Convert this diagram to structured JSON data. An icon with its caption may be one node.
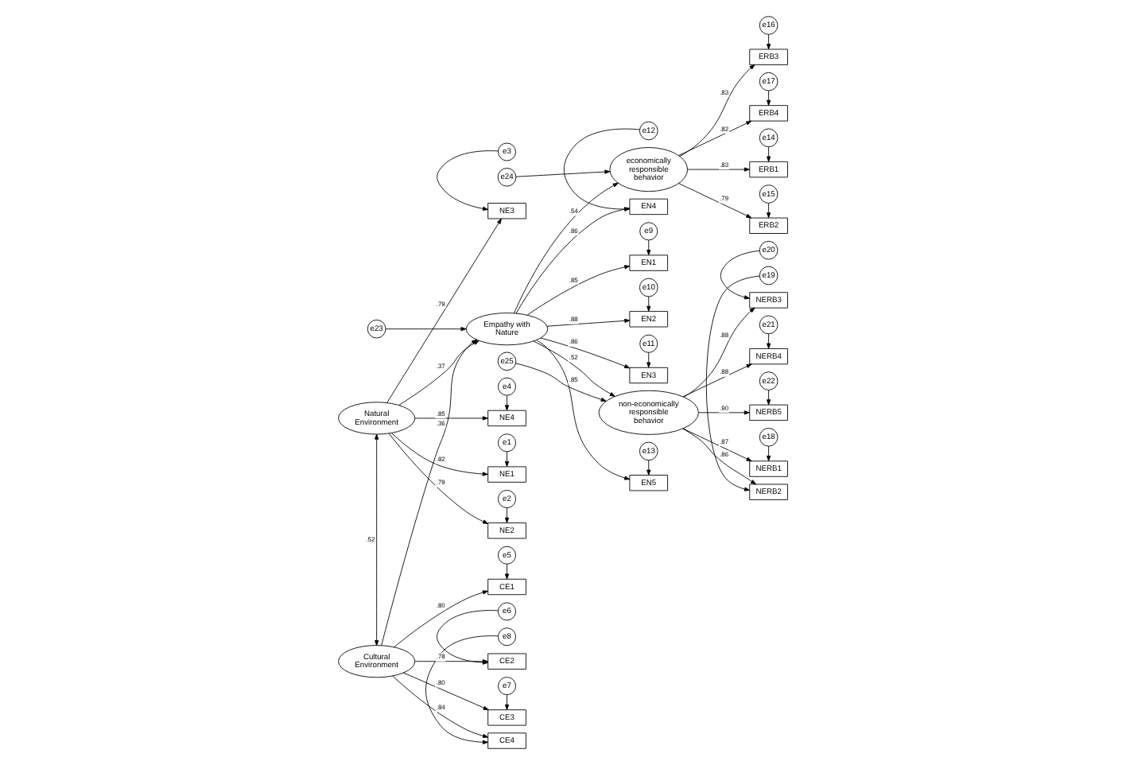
{
  "diagram": {
    "nodes": [
      {
        "text": [
          "Empathy with Nature"
        ]
      },
      {
        "text": [
          "e23"
        ]
      },
      {
        "text": [
          "EN1"
        ]
      },
      {
        "text": [
          "EN2"
        ]
      },
      {
        "text": [
          "EN3"
        ]
      },
      {
        "text": [
          "EN4"
        ]
      },
      {
        "text": [
          "EN5"
        ]
      },
      {
        "text": [
          "e9"
        ]
      },
      {
        "text": [
          "e10"
        ]
      },
      {
        "text": [
          "e11"
        ]
      },
      {
        "text": [
          "e12"
        ]
      },
      {
        "text": [
          "e13"
        ]
      },
      {
        "text": [
          "Natural Environment"
        ]
      },
      {
        "text": [
          "NE1"
        ]
      },
      {
        "text": [
          "NE2"
        ]
      },
      {
        "text": [
          "NE3"
        ]
      },
      {
        "text": [
          "NE4"
        ]
      },
      {
        "text": [
          "e1"
        ]
      },
      {
        "text": [
          "e2"
        ]
      },
      {
        "text": [
          "e3"
        ]
      },
      {
        "text": [
          "e4"
        ]
      },
      {
        "text": [
          "Cultural Environment"
        ]
      },
      {
        "text": [
          "CE1"
        ]
      },
      {
        "text": [
          "CE2"
        ]
      },
      {
        "text": [
          "CE3"
        ]
      },
      {
        "text": [
          "CE4"
        ]
      },
      {
        "text": [
          "e5"
        ]
      },
      {
        "text": [
          "e6"
        ]
      },
      {
        "text": [
          "e7"
        ]
      },
      {
        "text": [
          "e8"
        ]
      },
      {
        "text": [
          "economically responsible behavior"
        ]
      },
      {
        "text": [
          "e24"
        ]
      },
      {
        "text": [
          "ERB1"
        ]
      },
      {
        "text": [
          "ERB2"
        ]
      },
      {
        "text": [
          "ERB3"
        ]
      },
      {
        "text": [
          "ERB4"
        ]
      },
      {
        "text": [
          "e14"
        ]
      },
      {
        "text": [
          "e15"
        ]
      },
      {
        "text": [
          "e16"
        ]
      },
      {
        "text": [
          "e17"
        ]
      },
      {
        "text": [
          "non-economically responsible behavior"
        ]
      },
      {
        "text": [
          "e25"
        ]
      },
      {
        "text": [
          "NERB1"
        ]
      },
      {
        "text": [
          "NERB2"
        ]
      },
      {
        "text": [
          "NERB3"
        ]
      },
      {
        "text": [
          "NERB4"
        ]
      },
      {
        "text": [
          "NERB5"
        ]
      },
      {
        "text": [
          "e18"
        ]
      },
      {
        "text": [
          "e19"
        ]
      },
      {
        "text": [
          "e20"
        ]
      },
      {
        "text": [
          "e21"
        ]
      },
      {
        "text": [
          "e22"
        ]
      }
    ],
    "edges": [
      {
        "from": 1,
        "to": 0,
        "arrow": "to"
      },
      {
        "from": 0,
        "to": 2,
        "arrow": "to",
        "label": ".85"
      },
      {
        "from": 0,
        "to": 3,
        "arrow": "to",
        "label": ".88"
      },
      {
        "from": 0,
        "to": 4,
        "arrow": "to",
        "label": ".86"
      },
      {
        "from": 0,
        "to": 5,
        "arrow": "to",
        "label": ".86"
      },
      {
        "from": 0,
        "to": 6,
        "arrow": "to",
        "label": ".85"
      },
      {
        "from": 7,
        "to": 2,
        "arrow": "to"
      },
      {
        "from": 8,
        "to": 3,
        "arrow": "to"
      },
      {
        "from": 9,
        "to": 4,
        "arrow": "to"
      },
      {
        "from": 10,
        "to": 5,
        "arrow": "to"
      },
      {
        "from": 11,
        "to": 6,
        "arrow": "to"
      },
      {
        "from": 12,
        "to": 13,
        "arrow": "to",
        "label": ".82"
      },
      {
        "from": 12,
        "to": 14,
        "arrow": "to",
        "label": ".79"
      },
      {
        "from": 12,
        "to": 15,
        "arrow": "to",
        "label": ".79"
      },
      {
        "from": 12,
        "to": 16,
        "arrow": "to",
        "label": ".85"
      },
      {
        "from": 17,
        "to": 13,
        "arrow": "to"
      },
      {
        "from": 18,
        "to": 14,
        "arrow": "to"
      },
      {
        "from": 19,
        "to": 15,
        "arrow": "to"
      },
      {
        "from": 20,
        "to": 16,
        "arrow": "to"
      },
      {
        "from": 21,
        "to": 22,
        "arrow": "to",
        "label": ".80"
      },
      {
        "from": 21,
        "to": 23,
        "arrow": "to",
        "label": ".78"
      },
      {
        "from": 21,
        "to": 24,
        "arrow": "to",
        "label": ".80"
      },
      {
        "from": 21,
        "to": 25,
        "arrow": "to",
        "label": ".84"
      },
      {
        "from": 26,
        "to": 22,
        "arrow": "to"
      },
      {
        "from": 27,
        "to": 23,
        "arrow": "to"
      },
      {
        "from": 28,
        "to": 24,
        "arrow": "to"
      },
      {
        "from": 29,
        "to": 25,
        "arrow": "to"
      },
      {
        "from": 12,
        "to": 21,
        "arrow": "both",
        "label": ".52"
      },
      {
        "from": 12,
        "to": 0,
        "arrow": "to",
        "label": ".37"
      },
      {
        "from": 21,
        "to": 0,
        "arrow": "to",
        "label": ".36"
      },
      {
        "from": 0,
        "to": 30,
        "arrow": "to",
        "label": ".54"
      },
      {
        "from": 0,
        "to": 40,
        "arrow": "to",
        "label": ".52"
      },
      {
        "from": 31,
        "to": 30,
        "arrow": "to"
      },
      {
        "from": 30,
        "to": 32,
        "arrow": "to",
        "label": ".83"
      },
      {
        "from": 30,
        "to": 33,
        "arrow": "to",
        "label": ".79"
      },
      {
        "from": 30,
        "to": 34,
        "arrow": "to",
        "label": ".83"
      },
      {
        "from": 30,
        "to": 35,
        "arrow": "to",
        "label": ".82"
      },
      {
        "from": 36,
        "to": 32,
        "arrow": "to"
      },
      {
        "from": 37,
        "to": 33,
        "arrow": "to"
      },
      {
        "from": 38,
        "to": 34,
        "arrow": "to"
      },
      {
        "from": 39,
        "to": 35,
        "arrow": "to"
      },
      {
        "from": 41,
        "to": 40,
        "arrow": "to"
      },
      {
        "from": 40,
        "to": 42,
        "arrow": "to",
        "label": ".87"
      },
      {
        "from": 40,
        "to": 43,
        "arrow": "to",
        "label": ".86"
      },
      {
        "from": 40,
        "to": 44,
        "arrow": "to",
        "label": ".88"
      },
      {
        "from": 40,
        "to": 45,
        "arrow": "to",
        "label": ".88"
      },
      {
        "from": 40,
        "to": 46,
        "arrow": "to",
        "label": ".90"
      },
      {
        "from": 47,
        "to": 42,
        "arrow": "to"
      },
      {
        "from": 48,
        "to": 43,
        "arrow": "to"
      },
      {
        "from": 49,
        "to": 44,
        "arrow": "to"
      },
      {
        "from": 50,
        "to": 45,
        "arrow": "to"
      },
      {
        "from": 51,
        "to": 46,
        "arrow": "to"
      }
    ]
  }
}
